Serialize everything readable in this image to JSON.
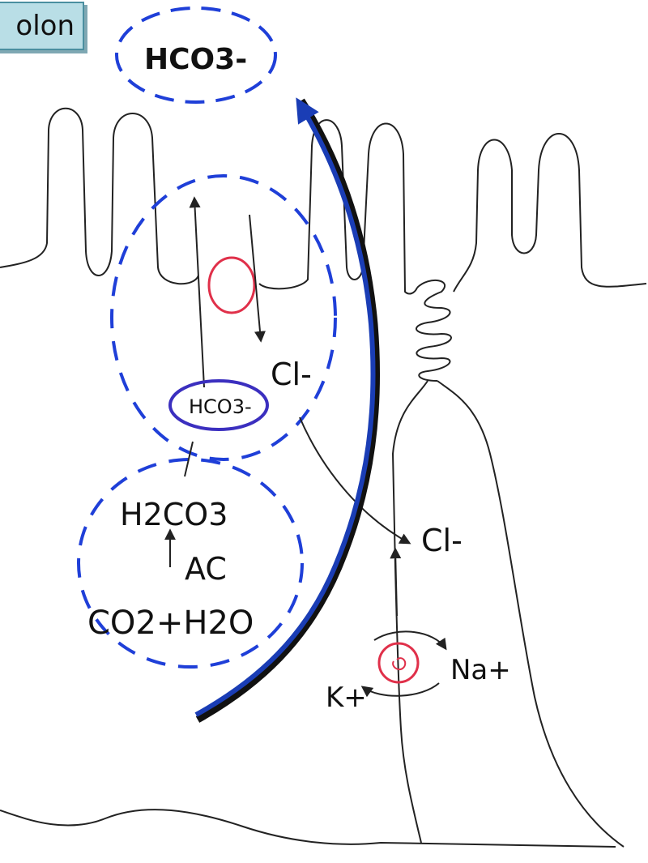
{
  "title_box": {
    "text": "olon"
  },
  "labels": {
    "hco3_lumen": "HCO3-",
    "hco3_cell": "HCO3-",
    "cl_apical": "Cl-",
    "cl_basal": "Cl-",
    "h2co3": "H2CO3",
    "ac": "AC",
    "co2_h2o": "CO2+H2O",
    "k_plus": "K+",
    "na_plus": "Na+"
  },
  "colors": {
    "dashed_circle": "#1f3fd8",
    "long_arrow": "#1a3db5",
    "pump": "#e0304a",
    "hco3_ring": "#3b2fbf",
    "line": "#222222",
    "title_fill": "#b9dee6"
  }
}
